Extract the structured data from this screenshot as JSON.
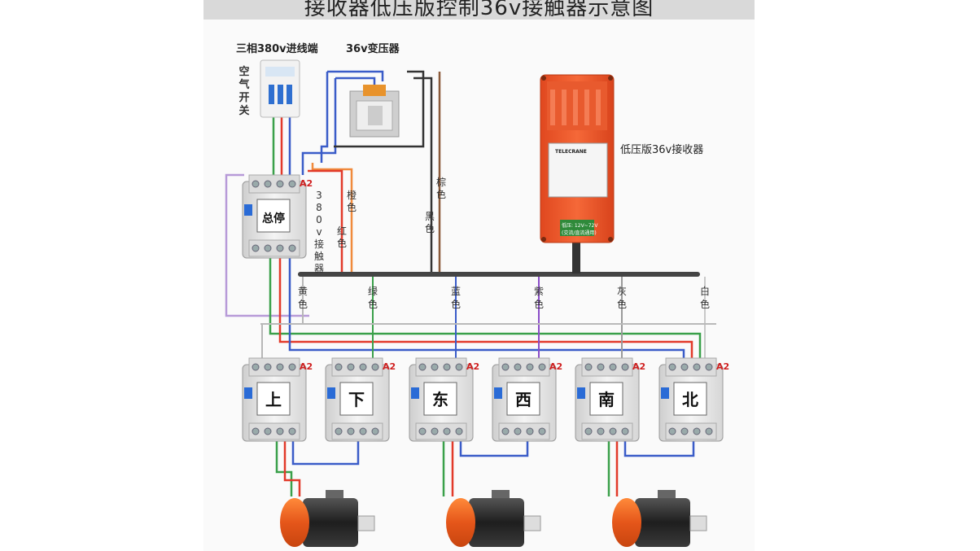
{
  "title": "接收器低压版控制36v接触器示意图",
  "labels": {
    "power_in": "三相380v进线端",
    "transformer": "36v变压器",
    "air_switch": "空气开关",
    "receiver": "低压版36v接收器",
    "main_contactor_type": "380v接触器",
    "contactor_terminal": "A2"
  },
  "receiver_sticker": {
    "brand": "TELECRANE",
    "voltage": "低压: 12V~72V",
    "note": "(交流/直流通用)"
  },
  "main_wires": [
    {
      "label": "红色",
      "color": "#e23a2a"
    },
    {
      "label": "橙色",
      "color": "#f08a3c"
    },
    {
      "label": "黑色",
      "color": "#333333"
    },
    {
      "label": "棕色",
      "color": "#8a5a3a"
    }
  ],
  "bus_wires": [
    {
      "label": "黄色",
      "color": "#d4b000"
    },
    {
      "label": "绿色",
      "color": "#3aa04a"
    },
    {
      "label": "蓝色",
      "color": "#3a5cc8"
    },
    {
      "label": "紫色",
      "color": "#8a4cc8"
    },
    {
      "label": "灰色",
      "color": "#9a9a9a"
    },
    {
      "label": "白色",
      "color": "#cfcfcf"
    }
  ],
  "contactors": [
    {
      "label": "总停"
    },
    {
      "label": "上"
    },
    {
      "label": "下"
    },
    {
      "label": "东"
    },
    {
      "label": "西"
    },
    {
      "label": "南"
    },
    {
      "label": "北"
    }
  ],
  "colors": {
    "receiver_body": "#f2552c",
    "motor_cap": "#f06a22",
    "motor_body": "#2a2a2a",
    "contactor_body": "#e8e8e8"
  }
}
